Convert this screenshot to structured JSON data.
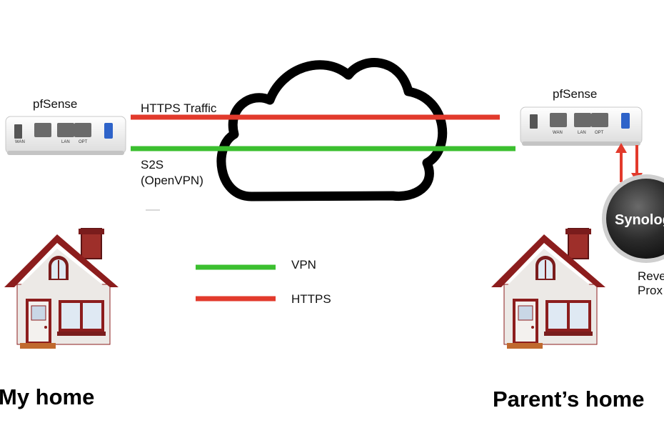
{
  "left_site": {
    "firewall_label": "pfSense",
    "home_label": "My home",
    "ports": [
      "WAN",
      "LAN",
      "OPT"
    ]
  },
  "right_site": {
    "firewall_label": "pfSense",
    "home_label": "Parent’s home",
    "ports": [
      "WAN",
      "LAN",
      "OPT"
    ],
    "nas_brand": "Synolog",
    "nas_caption": [
      "Reve",
      "Prox"
    ]
  },
  "links": {
    "https_label": "HTTPS Traffic",
    "s2s_label": "S2S",
    "s2s_sublabel": "(OpenVPN)"
  },
  "legend": [
    {
      "label": "VPN",
      "color": "#3bbf2f"
    },
    {
      "label": "HTTPS",
      "color": "#e23a2c"
    }
  ],
  "colors": {
    "vpn": "#3bbf2f",
    "https": "#e23a2c",
    "house_roof": "#8c1d1d",
    "house_wall": "#ece9e6"
  }
}
